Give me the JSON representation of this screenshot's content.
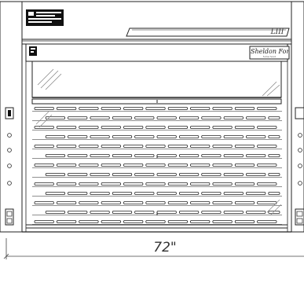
{
  "drawing": {
    "dimension_label": "72\"",
    "brand_plate": {
      "name": "Sheldon Fort",
      "subtext": "fume hood"
    },
    "model_badge": "LIII",
    "louver_rows": 13,
    "slats_per_row": 11
  },
  "colors": {
    "line": "#222222",
    "fill_dark": "#111111",
    "glass_hatch": "#888888"
  }
}
